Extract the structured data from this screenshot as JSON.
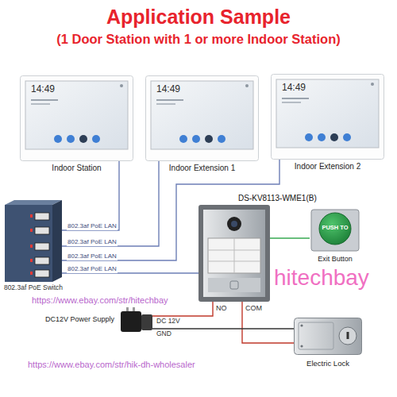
{
  "diagram": {
    "title": "Application Sample",
    "nodes": [
      {
        "text": [
          "14:49",
          "Indoor Station"
        ]
      },
      {
        "text": [
          "14:49",
          "Indoor Extension 1"
        ]
      },
      {
        "text": [
          "14:49",
          "Indoor Extension 2"
        ]
      },
      {
        "text": [
          "802.3af PoE Switch"
        ]
      },
      {
        "text": [
          "DS-KV8113-WME1(B)"
        ]
      },
      {
        "text": [
          "PUSH TO",
          "Exit Button"
        ]
      },
      {
        "text": [
          "DC12V Power Supply"
        ]
      },
      {
        "text": [
          "Electric Lock"
        ]
      }
    ],
    "edges": [
      {
        "from": 3,
        "to": 0,
        "arrow": "none",
        "label": "802.3af PoE LAN"
      },
      {
        "from": 3,
        "to": 1,
        "arrow": "none",
        "label": "802.3af PoE LAN"
      },
      {
        "from": 3,
        "to": 2,
        "arrow": "none",
        "label": "802.3af PoE LAN"
      },
      {
        "from": 3,
        "to": 4,
        "arrow": "none",
        "label": "802.3af PoE LAN"
      },
      {
        "from": 4,
        "to": 5,
        "arrow": "none"
      },
      {
        "from": 6,
        "to": 4,
        "arrow": "none",
        "label": "DC 12V"
      },
      {
        "from": 4,
        "to": 7,
        "arrow": "none"
      },
      {
        "from": 6,
        "to": 7,
        "arrow": "none",
        "label": "GND"
      }
    ],
    "labels": [
      "(1 Door Station with 1 or more Indoor Station)",
      "hitechbay",
      "https://www.ebay.com/str/hitechbay",
      "https://www.ebay.com/str/hik-dh-wholesaler",
      "NO",
      "COM"
    ]
  }
}
